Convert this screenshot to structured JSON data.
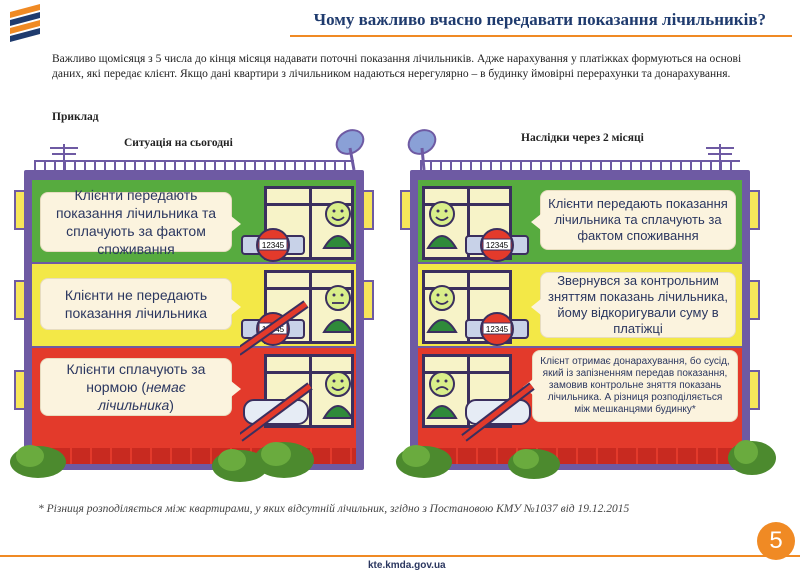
{
  "header": {
    "title": "Чому важливо вчасно передавати показання лічильників?"
  },
  "intro": "Важливо щомісяця з 5 числа до кінця місяця надавати поточні показання лічильників. Адже нарахування у платіжках формуються на основі даних, які передає клієнт. Якщо дані квартири з лічильником надаються нерегулярно – в будинку ймовірні перерахунки та донарахування.",
  "example_label": "Приклад",
  "left": {
    "subtitle": "Ситуація на сьогодні",
    "floors": [
      {
        "text": "Клієнти передають показання лічильника та сплачують за фактом споживання",
        "meter": "12345",
        "face": "smile",
        "crossed": false
      },
      {
        "text": "Клієнти не передають показання лічильника",
        "meter": "12345",
        "face": "neutral",
        "crossed": true
      },
      {
        "text_pre": "Клієнти сплачують за нормою (",
        "text_em": "немає лічильника",
        "text_post": ")",
        "face": "smile",
        "crossed": true
      }
    ]
  },
  "right": {
    "subtitle": "Наслідки через 2 місяці",
    "floors": [
      {
        "text": "Клієнти передають показання лічильника та сплачують за фактом споживання",
        "meter": "12345",
        "face": "smile",
        "crossed": false
      },
      {
        "text": "Звернувся за контрольним зняттям показань лічильника, йому відкоригували суму в платіжці",
        "meter": "12345",
        "face": "smile",
        "crossed": false
      },
      {
        "text": "Клієнт отримає донарахування, бо сусід, який із запізненням передав показання, замовив контрольне зняття показань лічильника. А різниця розподіляється між мешканцями будинку*",
        "face": "sad",
        "crossed": true
      }
    ]
  },
  "footnote": "* Різниця розподіляється між квартирами, у яких відсутній лічильник, згідно з Постановою КМУ №1037 від 19.12.2015",
  "footer": {
    "site": "kte.kmda.gov.ua",
    "page": "5"
  },
  "colors": {
    "accent": "#f08a24",
    "green": "#57ab3f",
    "yellow": "#f3e847",
    "red": "#e33a2b",
    "frame": "#6e5aa3",
    "bubble": "#fbf3de"
  }
}
